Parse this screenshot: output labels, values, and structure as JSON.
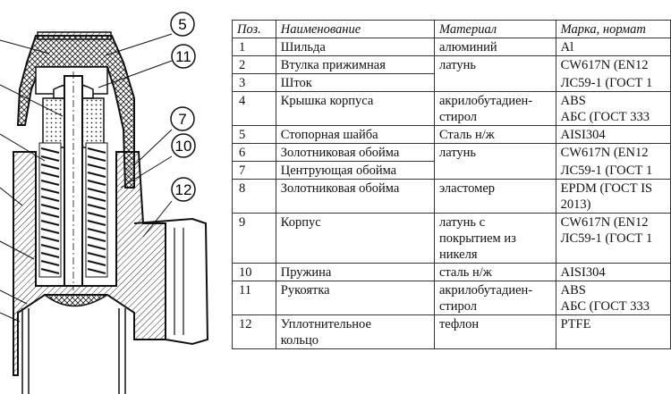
{
  "callouts": [
    "5",
    "11",
    "7",
    "10",
    "12"
  ],
  "table": {
    "headers": {
      "pos": "Поз.",
      "name": "Наименование",
      "material": "Материал",
      "grade": "Марка, нормат"
    },
    "rows": [
      {
        "pos": "1",
        "name": "Шильда",
        "material": "алюминий",
        "grade": "Al"
      },
      {
        "pos": "2",
        "name": "Втулка прижимная",
        "material": "латунь",
        "grade": "CW617N (EN12"
      },
      {
        "pos": "3",
        "name": "Шток",
        "material": "",
        "grade": "ЛС59-1 (ГОСТ 1"
      },
      {
        "pos": "4",
        "name": "Крышка корпуса",
        "material": [
          "акрилобутадиен-",
          "стирол"
        ],
        "grade": [
          "ABS",
          "АБС (ГОСТ 333"
        ]
      },
      {
        "pos": "5",
        "name": "Стопорная шайба",
        "material": "Сталь  н/ж",
        "grade": "AISI304"
      },
      {
        "pos": "6",
        "name": "Золотниковая обойма",
        "material": "латунь",
        "grade": "CW617N (EN12"
      },
      {
        "pos": "7",
        "name": "Центрующая обойма",
        "material": "",
        "grade": "ЛС59-1 (ГОСТ 1"
      },
      {
        "pos": "8",
        "name": "Золотниковая обойма",
        "material": "эластомер",
        "grade": [
          "EPDM (ГОСТ IS",
          "2013)"
        ]
      },
      {
        "pos": "9",
        "name": "Корпус",
        "material": [
          "латунь с",
          "покрытием из",
          "никеля"
        ],
        "grade": [
          "CW617N (EN12",
          "ЛС59-1 (ГОСТ 1"
        ]
      },
      {
        "pos": "10",
        "name": "Пружина",
        "material": "сталь  н/ж",
        "grade": "AISI304"
      },
      {
        "pos": "11",
        "name": "Рукоятка",
        "material": [
          "акрилобутадиен-",
          "стирол"
        ],
        "grade": [
          "ABS",
          "АБС (ГОСТ 333"
        ]
      },
      {
        "pos": "12",
        "name": [
          "Уплотнительное",
          "кольцо"
        ],
        "material": "тефлон",
        "grade": "PTFE"
      }
    ]
  }
}
